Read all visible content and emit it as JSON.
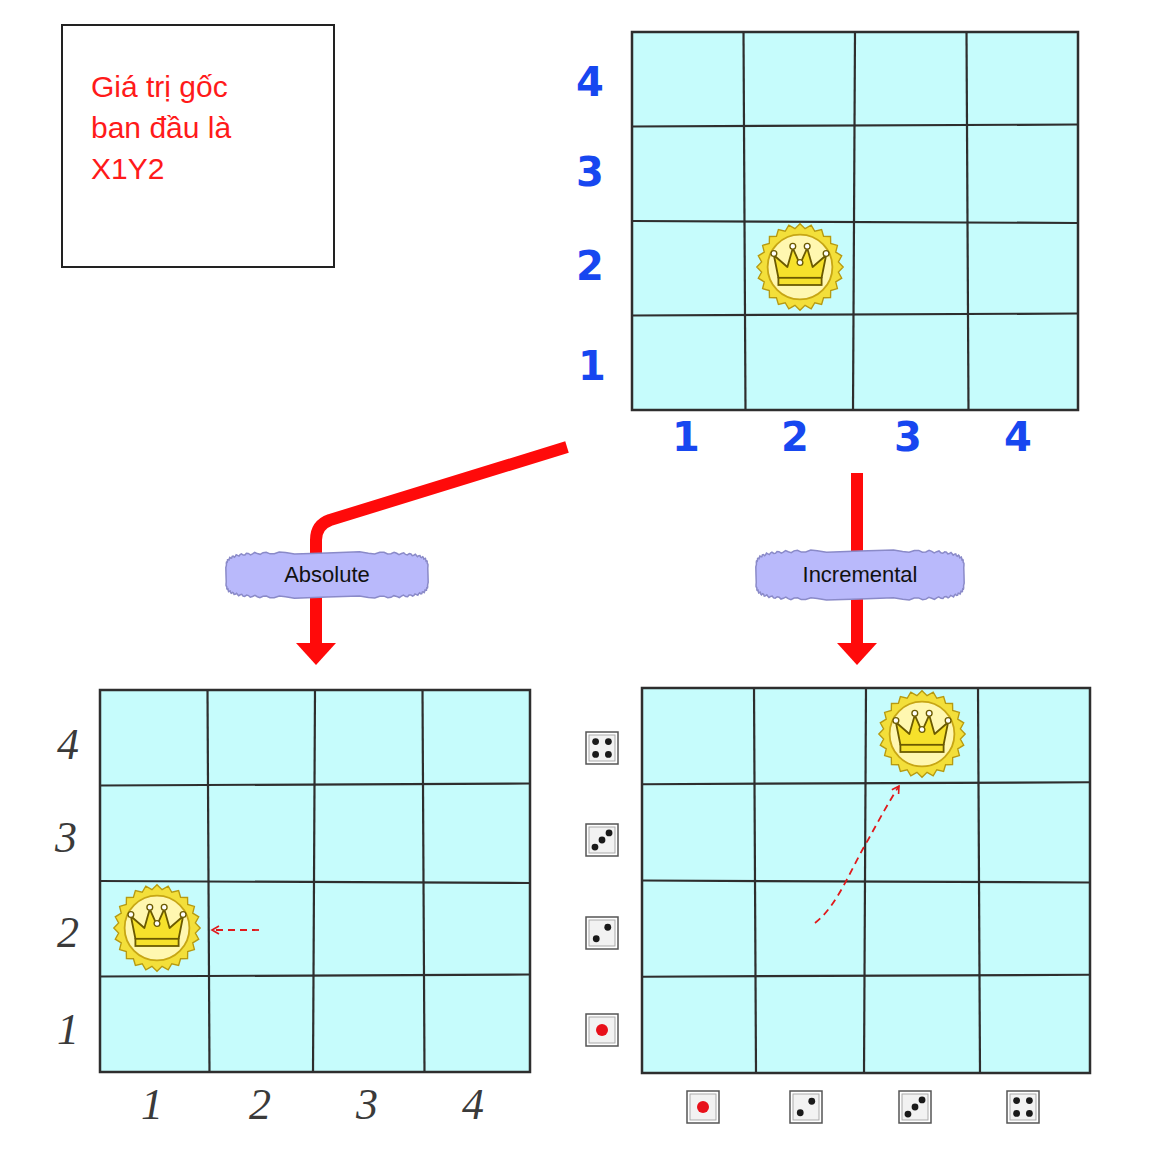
{
  "diagram": {
    "nodes": [
      {
        "text": [
          "Giá trị gốc ban đầu là X1Y2"
        ]
      },
      {
        "text": [
          "Absolute"
        ]
      },
      {
        "text": [
          "Incremental"
        ]
      }
    ],
    "labels": [
      "4",
      "3",
      "2",
      "1",
      "1",
      "2",
      "3",
      "4",
      "4",
      "3",
      "2",
      "1",
      "1",
      "2",
      "3",
      "4"
    ]
  }
}
